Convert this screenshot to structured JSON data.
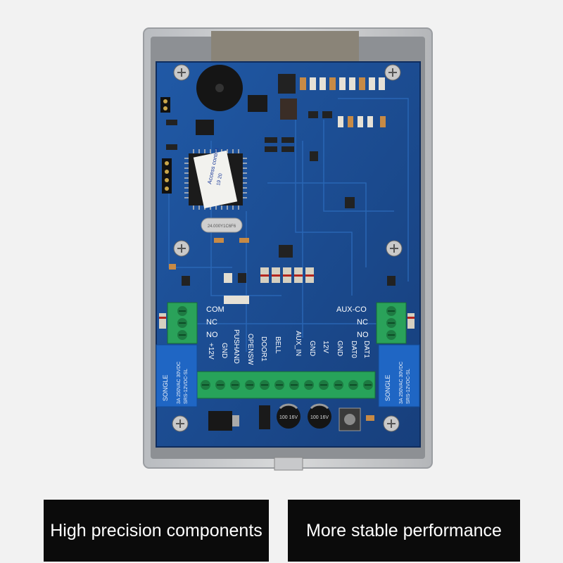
{
  "pcb": {
    "chip_label_1": "Access control",
    "chip_label_2": "19  20",
    "crystal_label": "24.000Y1C6F6",
    "relay_brand": "SONGLE",
    "relay_rating": "3A 250VAC 30VDC",
    "relay_model": "SRS-12VDC-SL",
    "left_com": "COM",
    "left_nc": "NC",
    "left_no": "NO",
    "right_aux": "AUX-CO",
    "right_nc": "NC",
    "right_no": "NO",
    "terminals": [
      "+12V",
      "GND",
      "PUSHAND",
      "OPENSW",
      "DOOR1",
      "BELL",
      "AUX_IN",
      "GND",
      "12V",
      "GND",
      "DAT0",
      "DAT1"
    ],
    "cap_left": "100 16V",
    "cap_right": "100 16V"
  },
  "captions": {
    "left": "High precision components",
    "right": "More stable performance"
  },
  "colors": {
    "board": "#1e4d93",
    "terminal_block": "#27a35a",
    "relay": "#1f66c4",
    "caption_bg": "#0b0b0b"
  }
}
